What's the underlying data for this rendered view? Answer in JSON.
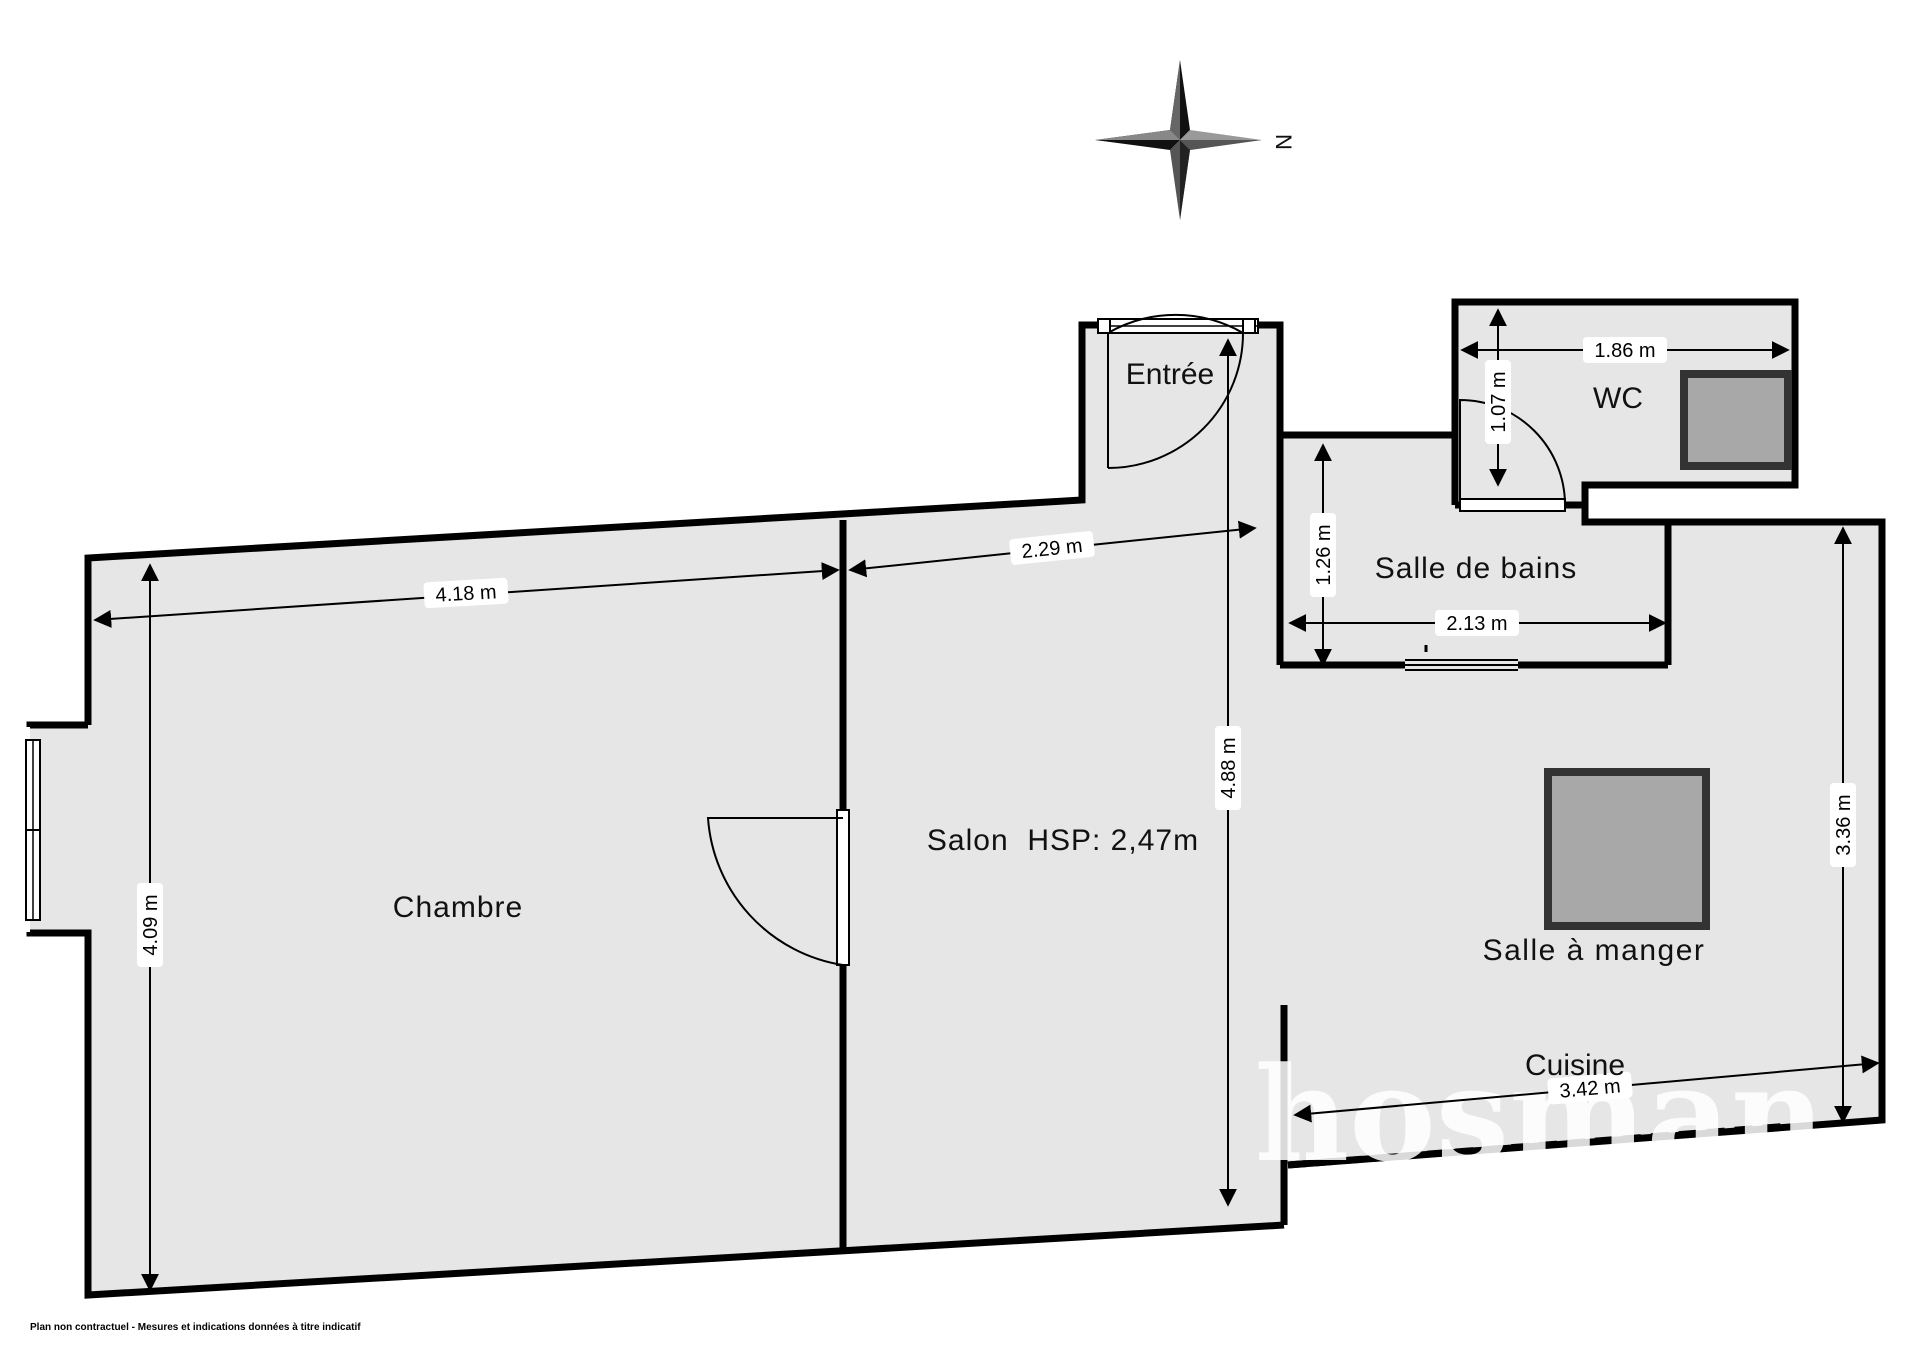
{
  "compass": {
    "north_label": "N"
  },
  "rooms": {
    "chambre": "Chambre",
    "salon": "Salon  HSP: 2,47m",
    "entree": "Entrée",
    "wc": "WC",
    "salle_de_bains": "Salle de bains",
    "salle_a_manger": "Salle à manger",
    "cuisine": "Cuisine"
  },
  "dimensions": {
    "chambre_width": "4.18 m",
    "chambre_height": "4.09 m",
    "salon_width": "2.29 m",
    "salon_height": "4.88 m",
    "wc_width": "1.86 m",
    "wc_height": "1.07 m",
    "sdb_height": "1.26 m",
    "sdb_width": "2.13 m",
    "sam_height": "3.36 m",
    "cuisine_width": "3.42 m"
  },
  "watermark": "hosman",
  "disclaimer": "Plan non contractuel - Mesures et indications données à titre indicatif",
  "colors": {
    "floor": "#e6e6e6",
    "wall": "#000000",
    "fixture": "#a8a8a8"
  }
}
